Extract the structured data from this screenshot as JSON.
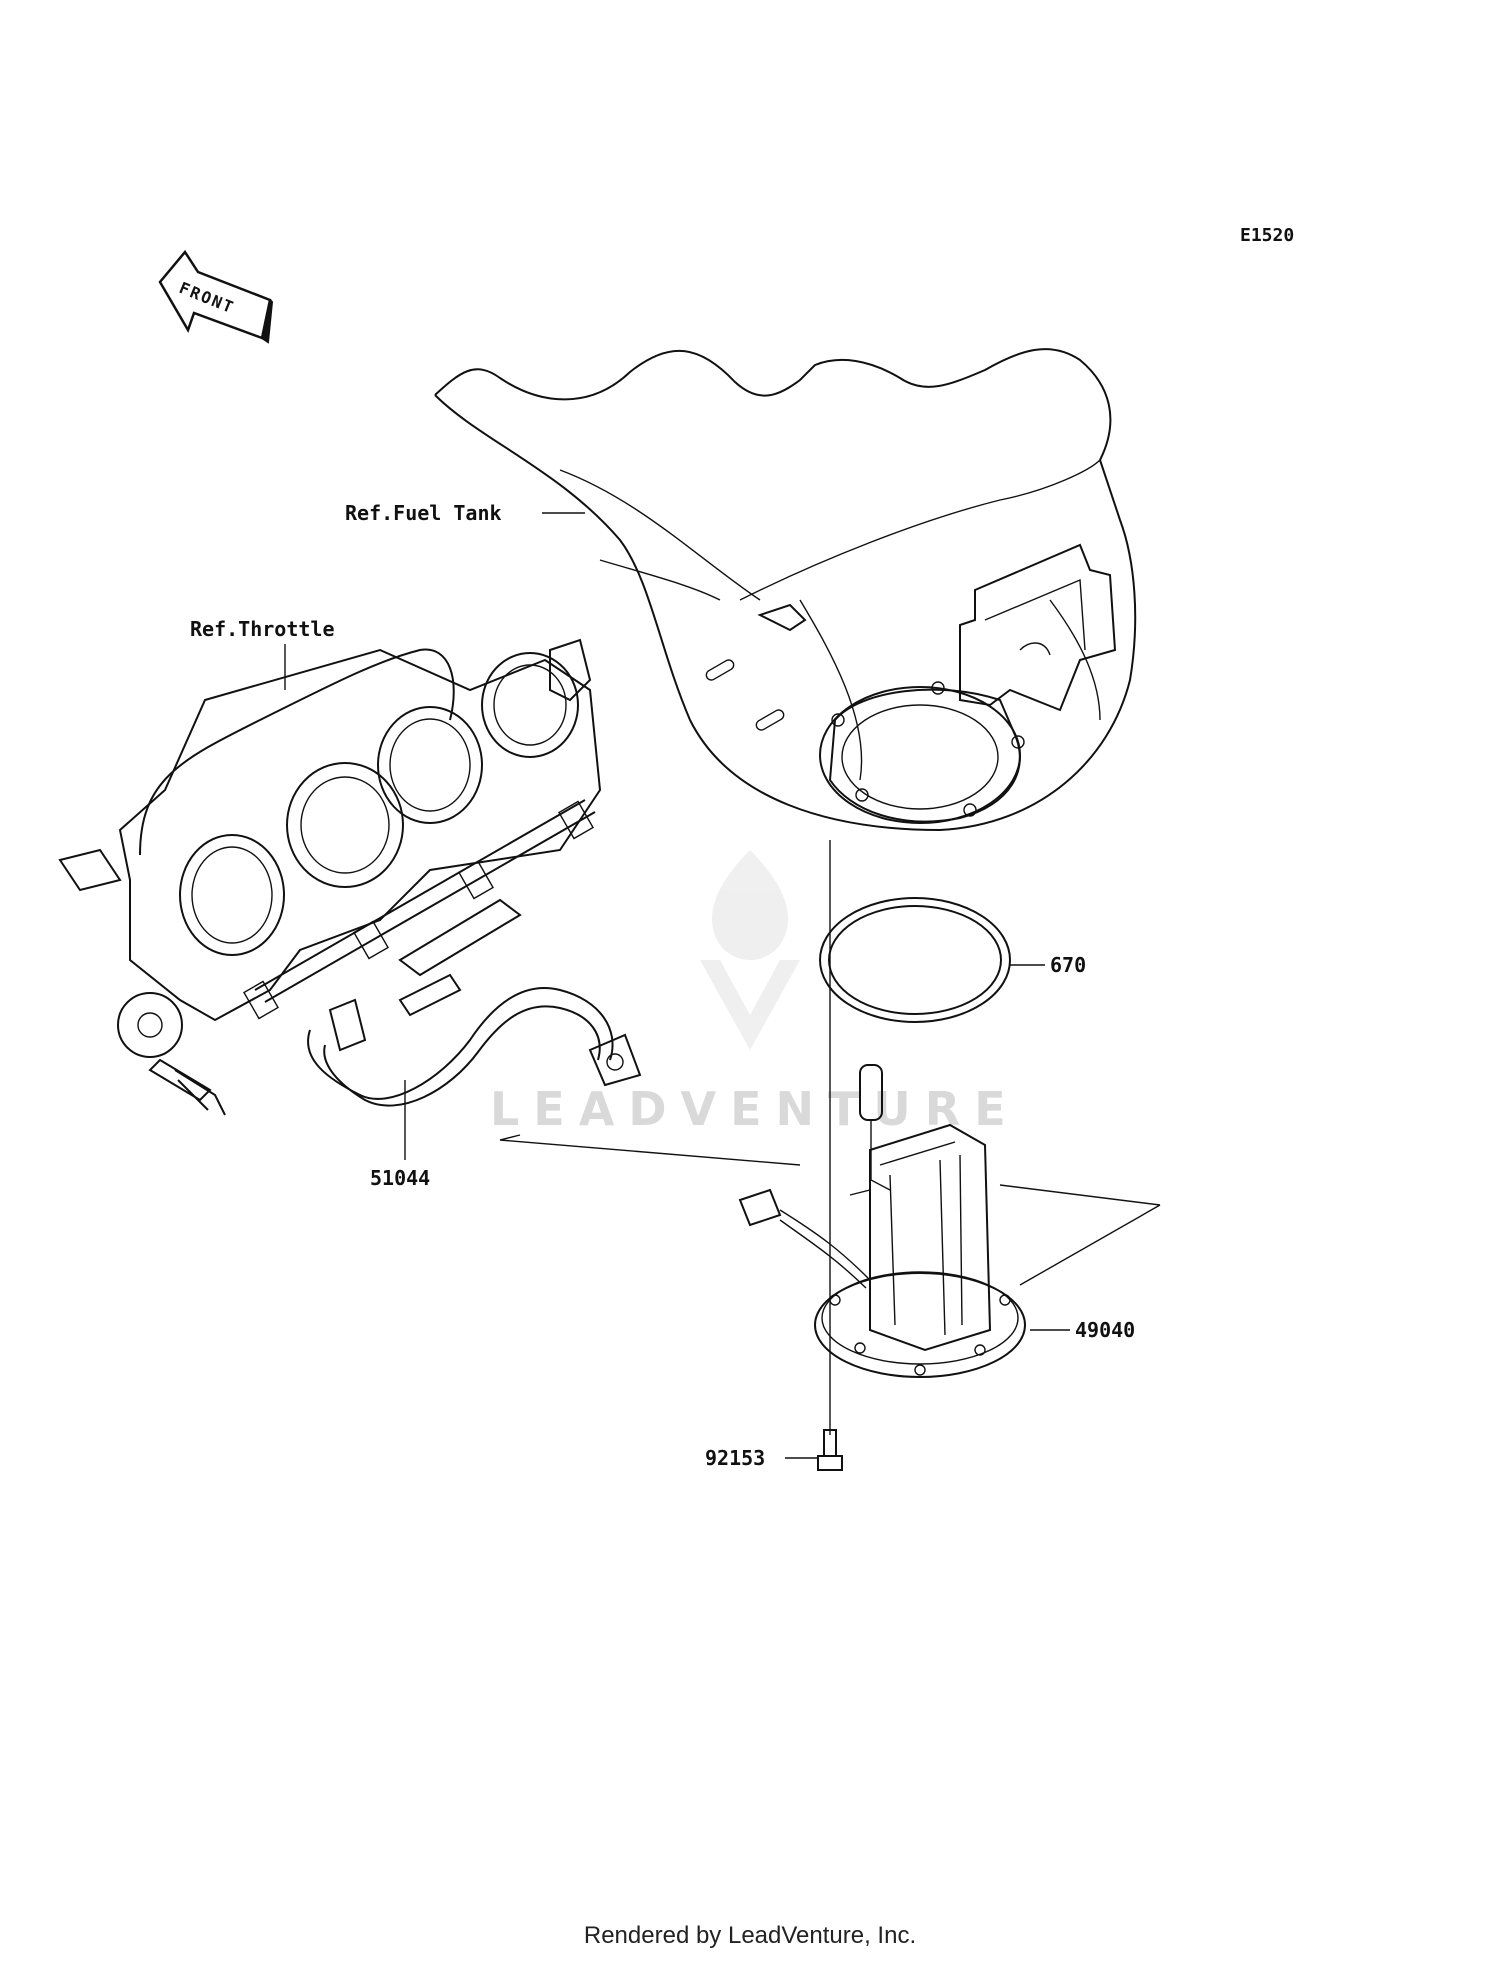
{
  "diagram": {
    "code": "E1520",
    "front_label": "FRONT",
    "ref_labels": {
      "fuel_tank": "Ref.Fuel Tank",
      "throttle": "Ref.Throttle"
    },
    "parts": [
      {
        "number": "670"
      },
      {
        "number": "51044"
      },
      {
        "number": "49040"
      },
      {
        "number": "92153"
      }
    ],
    "watermark": "LEADVENTURE"
  },
  "footer": "Rendered by LeadVenture, Inc."
}
